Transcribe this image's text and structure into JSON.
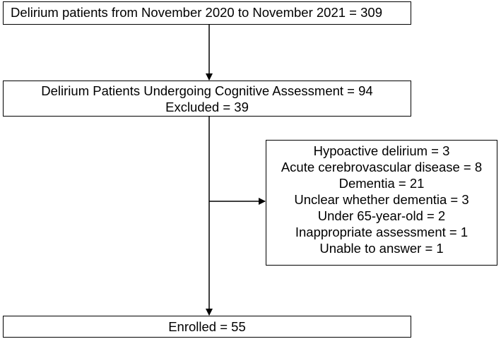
{
  "flowchart": {
    "top_box": {
      "text": "Delirium patients from November 2020 to November 2021 = 309"
    },
    "assessment_box": {
      "line1": "Delirium Patients Undergoing Cognitive Assessment = 94",
      "line2": "Excluded = 39"
    },
    "excluded_box": {
      "items": [
        "Hypoactive delirium = 3",
        "Acute cerebrovascular disease = 8",
        "Dementia = 21",
        "Unclear whether dementia = 3",
        "Under 65-year-old = 2",
        "Inappropriate assessment = 1",
        "Unable to answer = 1"
      ]
    },
    "enrolled_box": {
      "text": "Enrolled = 55"
    }
  }
}
